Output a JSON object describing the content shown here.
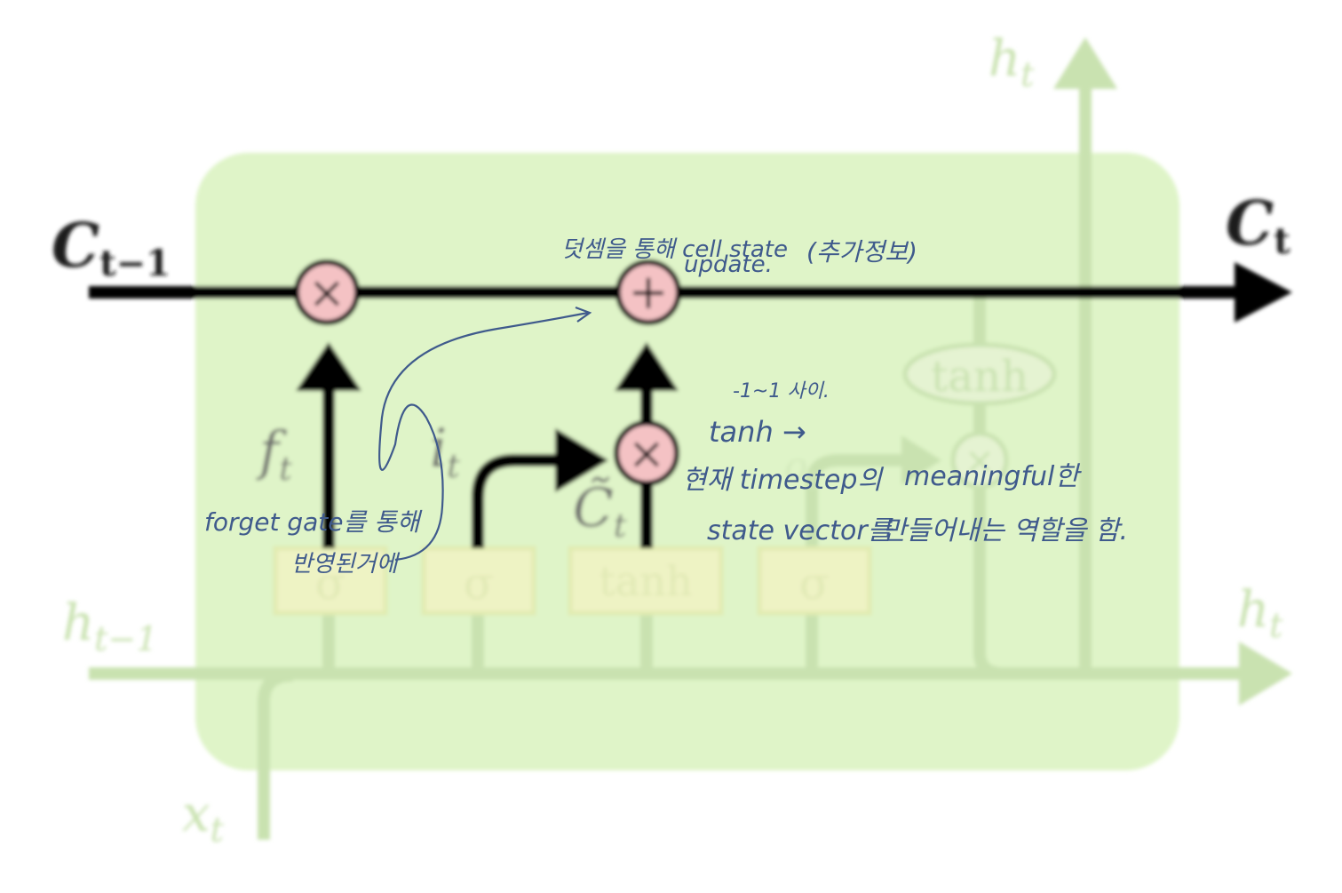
{
  "diagram": {
    "labels": {
      "c_prev": "C",
      "c_prev_sub": "t−1",
      "c_t": "C",
      "c_t_sub": "t",
      "h_prev": "h",
      "h_prev_sub": "t−1",
      "h_out_side": "h",
      "h_out_side_sub": "t",
      "h_out_top": "h",
      "h_out_top_sub": "t",
      "x_t": "x",
      "x_t_sub": "t",
      "f_t": "f",
      "f_t_sub": "t",
      "i_t": "i",
      "i_t_sub": "t",
      "c_tilde": "C̃",
      "c_tilde_sub": "t",
      "o_t": "o",
      "o_t_sub": "t"
    },
    "ops": {
      "multiply": "×",
      "add": "+"
    },
    "layers": {
      "sigma_1": "σ",
      "sigma_2": "σ",
      "tanh_layer": "tanh",
      "sigma_3": "σ",
      "tanh_out": "tanh"
    }
  },
  "annotations": {
    "add_note_line1": "덧셈을 통해 cell state",
    "add_note_line2": "update.",
    "add_note_extra": "(추가정보)",
    "range_note": "-1~1 사이.",
    "tanh_note": "tanh →",
    "tanh_desc_1": "현재 timestep의",
    "tanh_desc_2": "meaningful한",
    "tanh_desc_3": "state vector를",
    "tanh_desc_4": "만들어내는 역할을 함.",
    "forget_note_1": "forget gate를 통해",
    "forget_note_2": "반영된거에"
  },
  "colors": {
    "cell_bg": "#dff4c8",
    "faded_line": "#c9e2b0",
    "main_line": "#000000",
    "op_fill": "#f4c2c4",
    "layer_fill": "#eef3c4",
    "ink": "#3f5a8c"
  }
}
